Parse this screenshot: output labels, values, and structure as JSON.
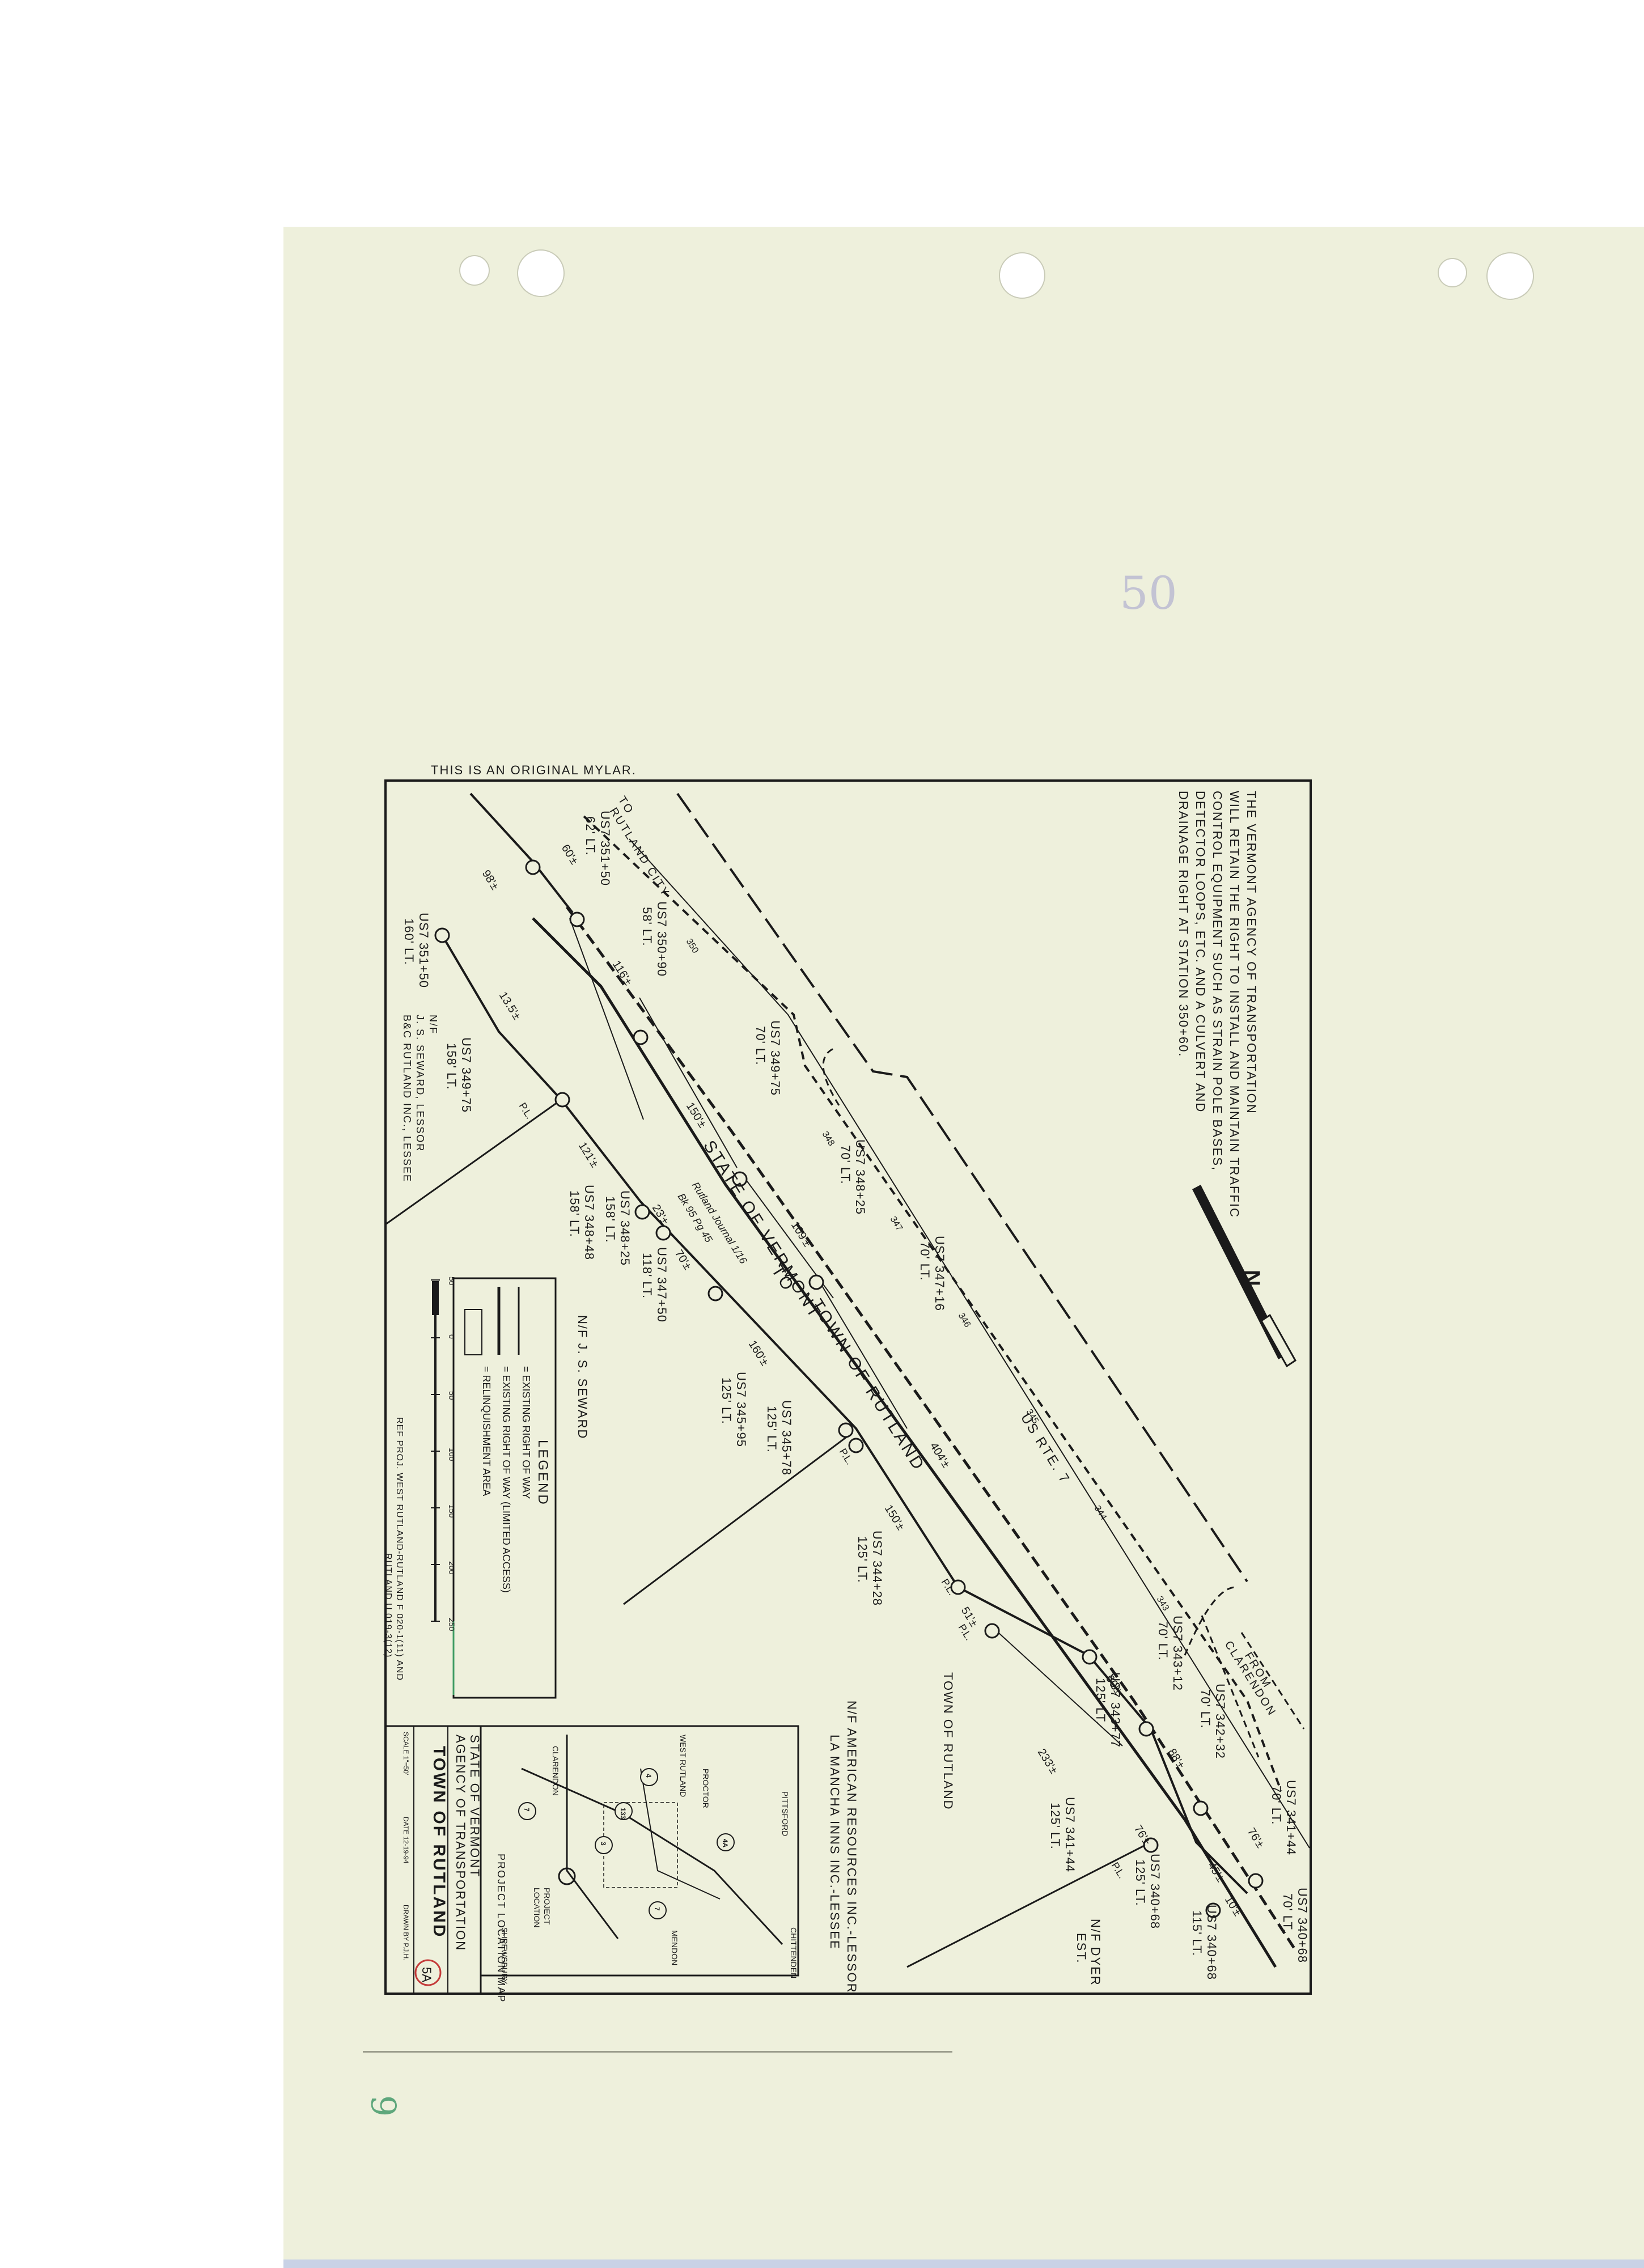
{
  "header": {
    "mylar_note": "THIS IS AN ORIGINAL MYLAR."
  },
  "note": {
    "lines": [
      "THE VERMONT AGENCY OF TRANSPORTATION",
      "WILL RETAIN THE RIGHT TO INSTALL AND MAINTAIN TRAFFIC",
      "CONTROL EQUIPMENT SUCH AS STRAIN POLE BASES,",
      "DETECTOR LOOPS, ETC. AND A CULVERT AND",
      "DRAINAGE RIGHT AT STATION 350+60."
    ]
  },
  "north_arrow": {
    "label": "N"
  },
  "road": {
    "name": "US RTE. 7",
    "stations": [
      "343",
      "344",
      "345",
      "346",
      "347",
      "348",
      "350"
    ]
  },
  "parcels": {
    "main": [
      "STATE OF VERMONT",
      "TO",
      "TOWN OF RUTLAND"
    ],
    "seward": "N/F  J. S. SEWARD",
    "seward_b": [
      "N/F",
      "J. S. SEWARD, LESSOR",
      "B&C RUTLAND INC., LESSEE"
    ],
    "american": [
      "N/F  AMERICAN RESOURCES INC.-LESSOR",
      "LA MANCHA INNS INC.-LESSEE"
    ],
    "town": "TOWN OF RUTLAND",
    "dyer": [
      "N/F DYER",
      "EST."
    ],
    "handwritten": [
      "Rutland Journal 1/16",
      "Bk 95 Pg 45"
    ]
  },
  "directions": {
    "to": [
      "TO",
      "RUTLAND CITY"
    ],
    "from": [
      "FROM",
      "CLARENDON"
    ]
  },
  "station_labels": [
    {
      "s": "US7 351+50",
      "o": "62' LT."
    },
    {
      "s": "US7 350+90",
      "o": "58' LT."
    },
    {
      "s": "US7 351+50",
      "o": "160' LT."
    },
    {
      "s": "US7 349+75",
      "o": "70' LT."
    },
    {
      "s": "US7 349+75",
      "o": "158' LT."
    },
    {
      "s": "US7 348+25",
      "o": "70' LT."
    },
    {
      "s": "US7 348+48",
      "o": "158' LT."
    },
    {
      "s": "US7 348+25",
      "o": "158' LT."
    },
    {
      "s": "US7 347+16",
      "o": "70' LT."
    },
    {
      "s": "US7 347+50",
      "o": "118' LT."
    },
    {
      "s": "US7 345+95",
      "o": "125' LT."
    },
    {
      "s": "US7 345+78",
      "o": "125' LT."
    },
    {
      "s": "US7 344+28",
      "o": "125' LT."
    },
    {
      "s": "US7 343+12",
      "o": "70' LT."
    },
    {
      "s": "US7 343+77",
      "o": "125' LT."
    },
    {
      "s": "US7 342+32",
      "o": "70' LT."
    },
    {
      "s": "US7 341+44",
      "o": "125' LT."
    },
    {
      "s": "US7 341+44",
      "o": "70' LT."
    },
    {
      "s": "US7 340+68",
      "o": "125' LT."
    },
    {
      "s": "US7 340+68",
      "o": "70' LT."
    },
    {
      "s": "US7 340+68",
      "o": "115' LT."
    }
  ],
  "distances": [
    "98'±",
    "60'±",
    "116'±",
    "13.5'±",
    "150'±",
    "109'±",
    "121'±",
    "23'±",
    "70'±",
    "160'±",
    "404'±",
    "150'±",
    "51'±",
    "60'±",
    "88'±",
    "233'±",
    "76'±",
    "45'±",
    "10'±",
    "76'±"
  ],
  "pl_labels": [
    "P.L.",
    "P.L.",
    "P.L.",
    "P.L.",
    "P.L."
  ],
  "legend": {
    "title": "LEGEND",
    "items": [
      "= EXISTING RIGHT OF WAY",
      "= EXISTING RIGHT OF WAY (LIMITED ACCESS)",
      "= RELINQUISHMENT AREA"
    ]
  },
  "scale_bar": {
    "ticks": [
      "50",
      "0",
      "50",
      "100",
      "150",
      "200",
      "250"
    ]
  },
  "ref_proj": [
    "REF PROJ. WEST RUTLAND-RUTLAND F 020-1(11) AND",
    "RUTLAND U 019-3(12)"
  ],
  "location_map": {
    "title": "PROJECT LOCATION MAP",
    "towns": [
      "PROCTOR",
      "WEST RUTLAND",
      "CLARENDON",
      "PITTSFORD",
      "CHITTENDEN",
      "MENDON",
      "SHREWSBURY"
    ],
    "project_label": [
      "PROJECT",
      "LOCATION"
    ],
    "routes": [
      "4",
      "133",
      "3",
      "7",
      "4A",
      "7"
    ]
  },
  "title_block": {
    "agency": [
      "STATE OF VERMONT",
      "AGENCY OF TRANSPORTATION"
    ],
    "town": "TOWN OF RUTLAND",
    "sheet_mark": "5A",
    "scale": "SCALE 1\"=50'",
    "date": "DATE 12-19-94",
    "drawn": "DRAWN BY P.J.H."
  },
  "margin": {
    "stamp": "50",
    "page_number": "6"
  },
  "colors": {
    "paper": "#eef0dc",
    "ink": "#1a1a1a",
    "page_number": "#5ea77c",
    "strip": "#c9d2e6"
  }
}
